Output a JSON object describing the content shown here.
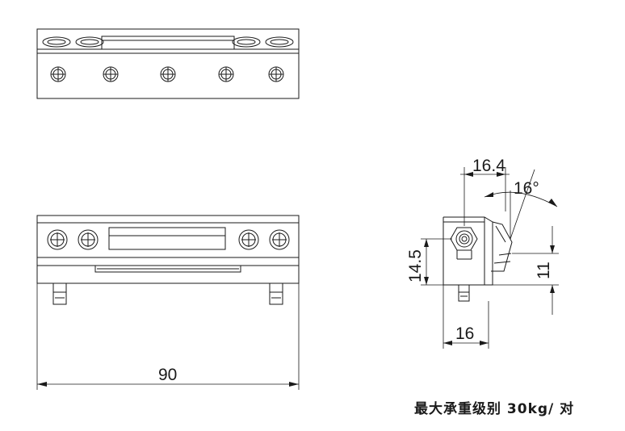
{
  "dimensions": {
    "overall_width": "90",
    "side_width": "16",
    "top_offset": "16.4",
    "angle": "16°",
    "height_left": "14.5",
    "height_right": "11"
  },
  "caption": "最大承重级别 30kg/ 对"
}
